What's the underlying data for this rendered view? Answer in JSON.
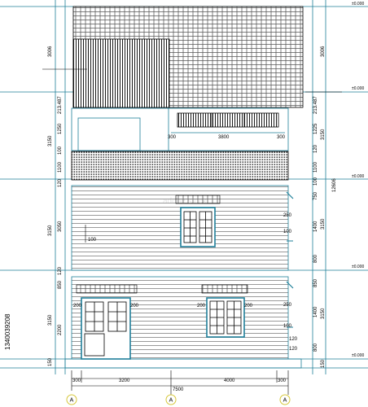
{
  "drawing": {
    "levels": [
      "±0.000",
      "±0.000",
      "±0.000",
      "±0.000",
      "±0.000"
    ],
    "left_dims": [
      "3006",
      "213.487",
      "1250",
      "3150",
      "100",
      "1100",
      "120",
      "3150",
      "3050",
      "120",
      "850",
      "3150",
      "2200",
      "150"
    ],
    "right_dims": [
      "3006",
      "213.487",
      "1225",
      "3150",
      "120",
      "1100",
      "100",
      "750",
      "12606",
      "1400",
      "3150",
      "800",
      "850",
      "1400",
      "3150",
      "800",
      "150"
    ],
    "floor_dims": [
      "300",
      "3800",
      "300",
      "250",
      "100",
      "250",
      "100",
      "100",
      "120",
      "120",
      "200",
      "200",
      "200",
      "200"
    ],
    "bottom_dims": [
      "300",
      "3200",
      "7500",
      "4000",
      "300"
    ],
    "grid_bubbles": [
      "A",
      "A",
      "A"
    ],
    "stock_id": "1340039208",
    "watermark": "adobe stock"
  },
  "colors": {
    "line": "#1f7f99",
    "ink": "#000000",
    "bubble": "#d6c73a"
  }
}
